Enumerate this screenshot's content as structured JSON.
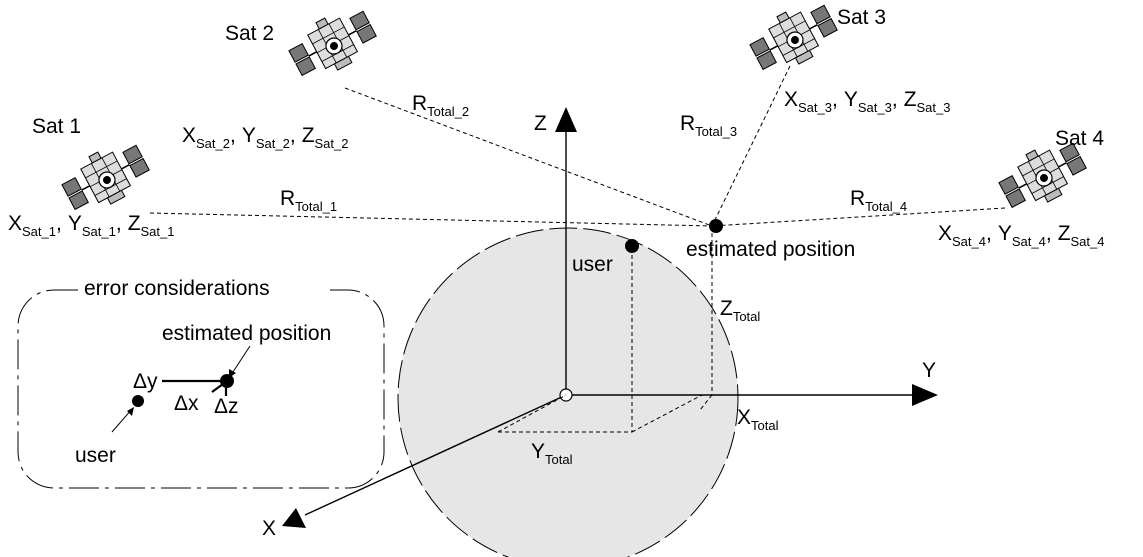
{
  "satellites": [
    {
      "label": "Sat 1",
      "x": "X",
      "x_sub": "Sat_1",
      "y": "Y",
      "y_sub": "Sat_1",
      "z": "Z",
      "z_sub": "Sat_1",
      "r": "R",
      "r_sub": "Total_1"
    },
    {
      "label": "Sat 2",
      "x": "X",
      "x_sub": "Sat_2",
      "y": "Y",
      "y_sub": "Sat_2",
      "z": "Z",
      "z_sub": "Sat_2",
      "r": "R",
      "r_sub": "Total_2"
    },
    {
      "label": "Sat 3",
      "x": "X",
      "x_sub": "Sat_3",
      "y": "Y",
      "y_sub": "Sat_3",
      "z": "Z",
      "z_sub": "Sat_3",
      "r": "R",
      "r_sub": "Total_3"
    },
    {
      "label": "Sat 4",
      "x": "X",
      "x_sub": "Sat_4",
      "y": "Y",
      "y_sub": "Sat_4",
      "z": "Z",
      "z_sub": "Sat_4",
      "r": "R",
      "r_sub": "Total_4"
    }
  ],
  "separator": ",",
  "axes": {
    "x": "X",
    "y": "Y",
    "z": "Z"
  },
  "totals": {
    "x": "X",
    "x_sub": "Total",
    "y": "Y",
    "y_sub": "Total",
    "z": "Z",
    "z_sub": "Total"
  },
  "labels": {
    "estimated_position": "estimated position",
    "user": "user"
  },
  "error_box": {
    "title": "error considerations",
    "estimated_position": "estimated position",
    "user": "user",
    "dx": "Δx",
    "dy": "Δy",
    "dz": "Δz"
  }
}
